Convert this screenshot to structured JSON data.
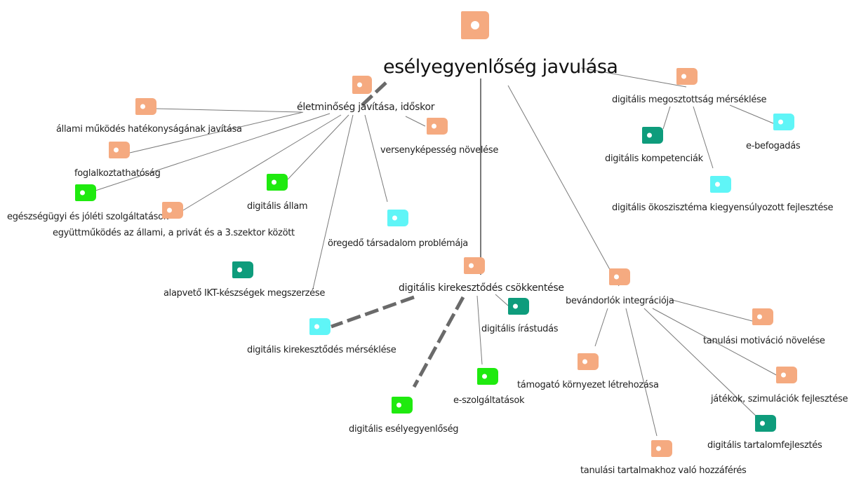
{
  "colors": {
    "salmon": "#F5AA80",
    "green": "#1FEA0F",
    "teal": "#0E9C7C",
    "cyan": "#5FF5F7",
    "thin_line": "#7a7a7a",
    "thick_line": "#6a6a6a"
  },
  "nodes": {
    "root": {
      "label": "esélyegyenlőség javulása",
      "icon": "tag-icon",
      "color": "salmon"
    },
    "eletminoseg": {
      "label": "életminőség javítása, időskor",
      "icon": "tag-icon",
      "color": "salmon"
    },
    "allami": {
      "label": "állami működés hatékonyságának javítása",
      "icon": "tag-icon",
      "color": "salmon"
    },
    "versenykepesseg": {
      "label": "versenyképesség növelése",
      "icon": "tag-icon",
      "color": "salmon"
    },
    "foglalkoztathatosag": {
      "label": "foglalkoztathatóság",
      "icon": "tag-icon",
      "color": "salmon"
    },
    "egeszsegugyi": {
      "label": "egészségügyi és jóléti szolgáltatások",
      "icon": "tag-icon",
      "color": "green"
    },
    "digitalis_allam": {
      "label": "digitális állam",
      "icon": "tag-icon",
      "color": "green"
    },
    "egyuttmukodes": {
      "label": "együttműködés az állami, a privát és a 3.szektor között",
      "icon": "tag-icon",
      "color": "salmon"
    },
    "oregedo": {
      "label": "öregedő társadalom problémája",
      "icon": "tag-icon",
      "color": "cyan"
    },
    "ikt": {
      "label": "alapvető IKT-készségek megszerzése",
      "icon": "tag-icon",
      "color": "teal"
    },
    "megosztottsag": {
      "label": "digitális megosztottság mérséklése",
      "icon": "tag-icon",
      "color": "salmon"
    },
    "kompetenciak": {
      "label": "digitális kompetenciák",
      "icon": "tag-icon",
      "color": "teal"
    },
    "ebefogadas": {
      "label": "e-befogadás",
      "icon": "tag-icon",
      "color": "cyan"
    },
    "okoszisztema": {
      "label": "digitális ökoszisztéma kiegyensúlyozott fejlesztése",
      "icon": "tag-icon",
      "color": "cyan"
    },
    "kirekesztodes": {
      "label": "digitális kirekesztődés csökkentése",
      "icon": "tag-icon",
      "color": "salmon"
    },
    "irastudas": {
      "label": "digitális írástudás",
      "icon": "tag-icon",
      "color": "teal"
    },
    "merseklese": {
      "label": "digitális kirekesztődés mérséklése",
      "icon": "tag-icon",
      "color": "cyan"
    },
    "eszolgaltatasok": {
      "label": "e-szolgáltatások",
      "icon": "tag-icon",
      "color": "green"
    },
    "eselyegyenloseg": {
      "label": "digitális esélyegyenlőség",
      "icon": "tag-icon",
      "color": "green"
    },
    "bevandorlok": {
      "label": "bevándorlók integrációja",
      "icon": "tag-icon",
      "color": "salmon"
    },
    "motivacio": {
      "label": "tanulási motiváció növelése",
      "icon": "tag-icon",
      "color": "salmon"
    },
    "tamogato": {
      "label": "támogató környezet létrehozása",
      "icon": "tag-icon",
      "color": "salmon"
    },
    "jatekok": {
      "label": "játékok, szimulációk fejlesztése",
      "icon": "tag-icon",
      "color": "salmon"
    },
    "tartalomfejlesztes": {
      "label": "digitális tartalomfejlesztés",
      "icon": "tag-icon",
      "color": "teal"
    },
    "tartalmakhoz": {
      "label": "tanulási tartalmakhoz való hozzáférés",
      "icon": "tag-icon",
      "color": "salmon"
    }
  },
  "edges": [
    {
      "from": "root",
      "to": "eletminoseg",
      "style": "thick-dashed"
    },
    {
      "from": "root",
      "to": "megosztottsag",
      "style": "thin"
    },
    {
      "from": "root",
      "to": "kirekesztodes",
      "style": "thin"
    },
    {
      "from": "root",
      "to": "bevandorlok",
      "style": "thin"
    },
    {
      "from": "eletminoseg",
      "to": "allami",
      "style": "thin"
    },
    {
      "from": "eletminoseg",
      "to": "versenykepesseg",
      "style": "thin"
    },
    {
      "from": "eletminoseg",
      "to": "foglalkoztathatosag",
      "style": "thin"
    },
    {
      "from": "eletminoseg",
      "to": "egeszsegugyi",
      "style": "thin"
    },
    {
      "from": "eletminoseg",
      "to": "digitalis_allam",
      "style": "thin"
    },
    {
      "from": "eletminoseg",
      "to": "egyuttmukodes",
      "style": "thin"
    },
    {
      "from": "eletminoseg",
      "to": "oregedo",
      "style": "thin"
    },
    {
      "from": "eletminoseg",
      "to": "ikt",
      "style": "thin"
    },
    {
      "from": "megosztottsag",
      "to": "kompetenciak",
      "style": "thin"
    },
    {
      "from": "megosztottsag",
      "to": "ebefogadas",
      "style": "thin"
    },
    {
      "from": "megosztottsag",
      "to": "okoszisztema",
      "style": "thin"
    },
    {
      "from": "kirekesztodes",
      "to": "irastudas",
      "style": "thin"
    },
    {
      "from": "kirekesztodes",
      "to": "merseklese",
      "style": "thick-dashed"
    },
    {
      "from": "kirekesztodes",
      "to": "eszolgaltatasok",
      "style": "thin"
    },
    {
      "from": "kirekesztodes",
      "to": "eselyegyenloseg",
      "style": "thick-dashed"
    },
    {
      "from": "bevandorlok",
      "to": "motivacio",
      "style": "thin"
    },
    {
      "from": "bevandorlok",
      "to": "tamogato",
      "style": "thin"
    },
    {
      "from": "bevandorlok",
      "to": "jatekok",
      "style": "thin"
    },
    {
      "from": "bevandorlok",
      "to": "tartalomfejlesztes",
      "style": "thin"
    },
    {
      "from": "bevandorlok",
      "to": "tartalmakhoz",
      "style": "thin"
    }
  ]
}
